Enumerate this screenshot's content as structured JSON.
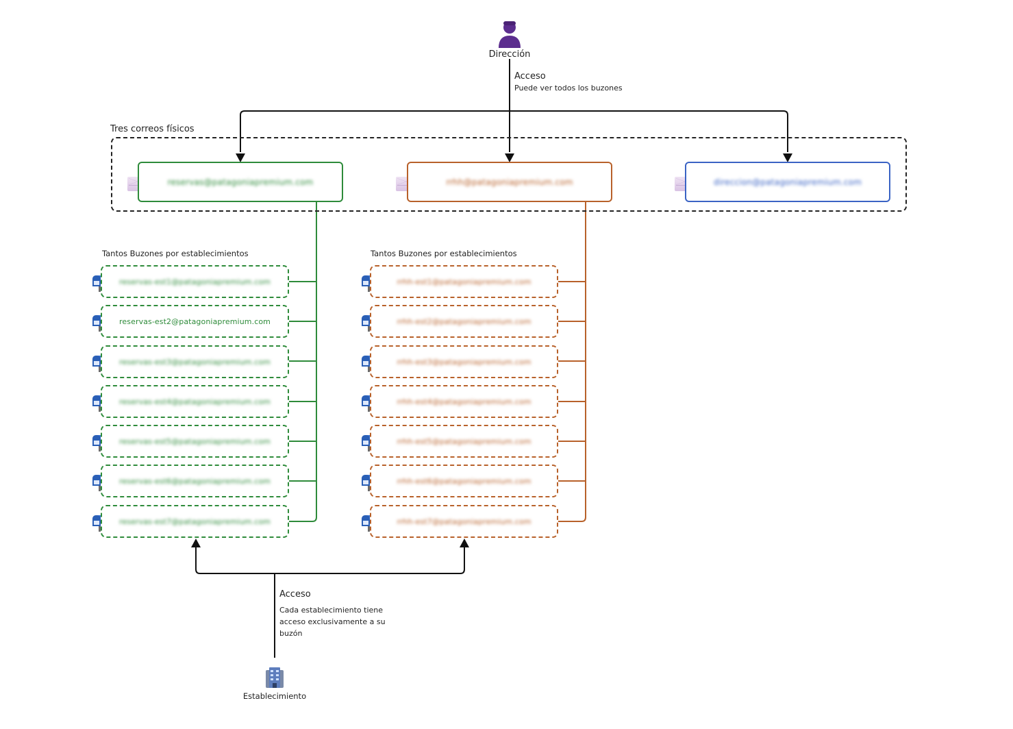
{
  "diagram": {
    "top_node": {
      "label": "Dirección",
      "icon": "person-icon",
      "color": "#5b2d8e"
    },
    "top_edge": {
      "title": "Acceso",
      "subtitle": "Puede ver todos los buzones"
    },
    "group_label": "Tres correos físicos",
    "main_mailboxes": [
      {
        "email": "reservas@patagoniapremium.com",
        "color": "#2e8b3a",
        "icon": "envelope-icon"
      },
      {
        "email": "rrhh@patagoniapremium.com",
        "color": "#b8612a",
        "icon": "envelope-icon"
      },
      {
        "email": "direccion@patagoniapremium.com",
        "color": "#3a63c4",
        "icon": "envelope-icon"
      }
    ],
    "left_group": {
      "label": "Tantos Buzones por establecimientos",
      "color": "#2e8b3a",
      "items": [
        "reservas-est1@patagoniapremium.com",
        "reservas-est2@patagoniapremium.com",
        "reservas-est3@patagoniapremium.com",
        "reservas-est4@patagoniapremium.com",
        "reservas-est5@patagoniapremium.com",
        "reservas-est6@patagoniapremium.com",
        "reservas-est7@patagoniapremium.com"
      ]
    },
    "right_group": {
      "label": "Tantos Buzones por establecimientos",
      "color": "#b8612a",
      "items": [
        "rrhh-est1@patagoniapremium.com",
        "rrhh-est2@patagoniapremium.com",
        "rrhh-est3@patagoniapremium.com",
        "rrhh-est4@patagoniapremium.com",
        "rrhh-est5@patagoniapremium.com",
        "rrhh-est6@patagoniapremium.com",
        "rrhh-est7@patagoniapremium.com"
      ]
    },
    "bottom_edge": {
      "title": "Acceso",
      "subtitle_lines": [
        "Cada establecimiento tiene",
        "acceso exclusivamente a su",
        "buzón"
      ]
    },
    "bottom_node": {
      "label": "Establecimiento",
      "icon": "building-icon"
    }
  }
}
